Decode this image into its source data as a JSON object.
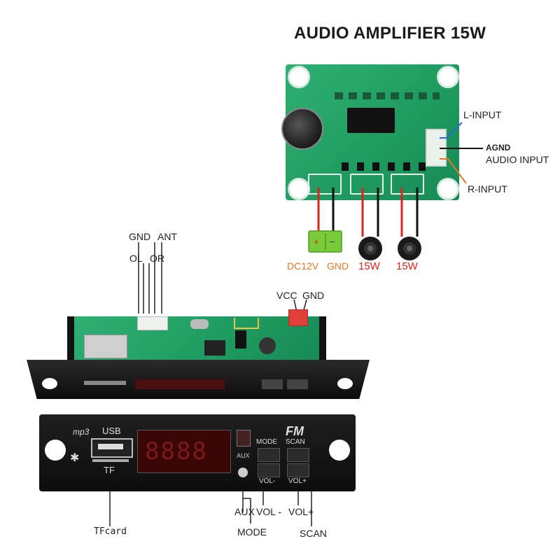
{
  "title": "AUDIO AMPLIFIER 15W",
  "amp": {
    "l_input": "L-INPUT",
    "agnd": "AGND",
    "audio_input": "AUDIO INPUT",
    "r_input": "R-INPUT",
    "dc12v": "DC12V",
    "gnd": "GND",
    "speaker_left": "15W",
    "speaker_right": "15W"
  },
  "module": {
    "gnd": "GND",
    "ant": "ANT",
    "ol": "OL",
    "or": "OR",
    "vcc": "VCC",
    "gnd2": "GND"
  },
  "panel": {
    "mp3": "mp3",
    "usb": "USB",
    "tf": "TF",
    "aux_small": "AUX",
    "mode_small": "MODE",
    "scan_small": "SCAN",
    "volminus_small": "VOL-",
    "volplus_small": "VOL+",
    "fm": "FM"
  },
  "callouts": {
    "tfcard": "TFcard",
    "aux": "AUX",
    "volminus": "VOL -",
    "volplus": "VOL+",
    "mode": "MODE",
    "scan": "SCAN"
  },
  "colors": {
    "pcb": "#22a066",
    "wire_red": "#d8261c",
    "wire_blue": "#2a63d6",
    "wire_orange": "#e07a2a",
    "panel": "#141414",
    "display": "#5a0a0a"
  }
}
